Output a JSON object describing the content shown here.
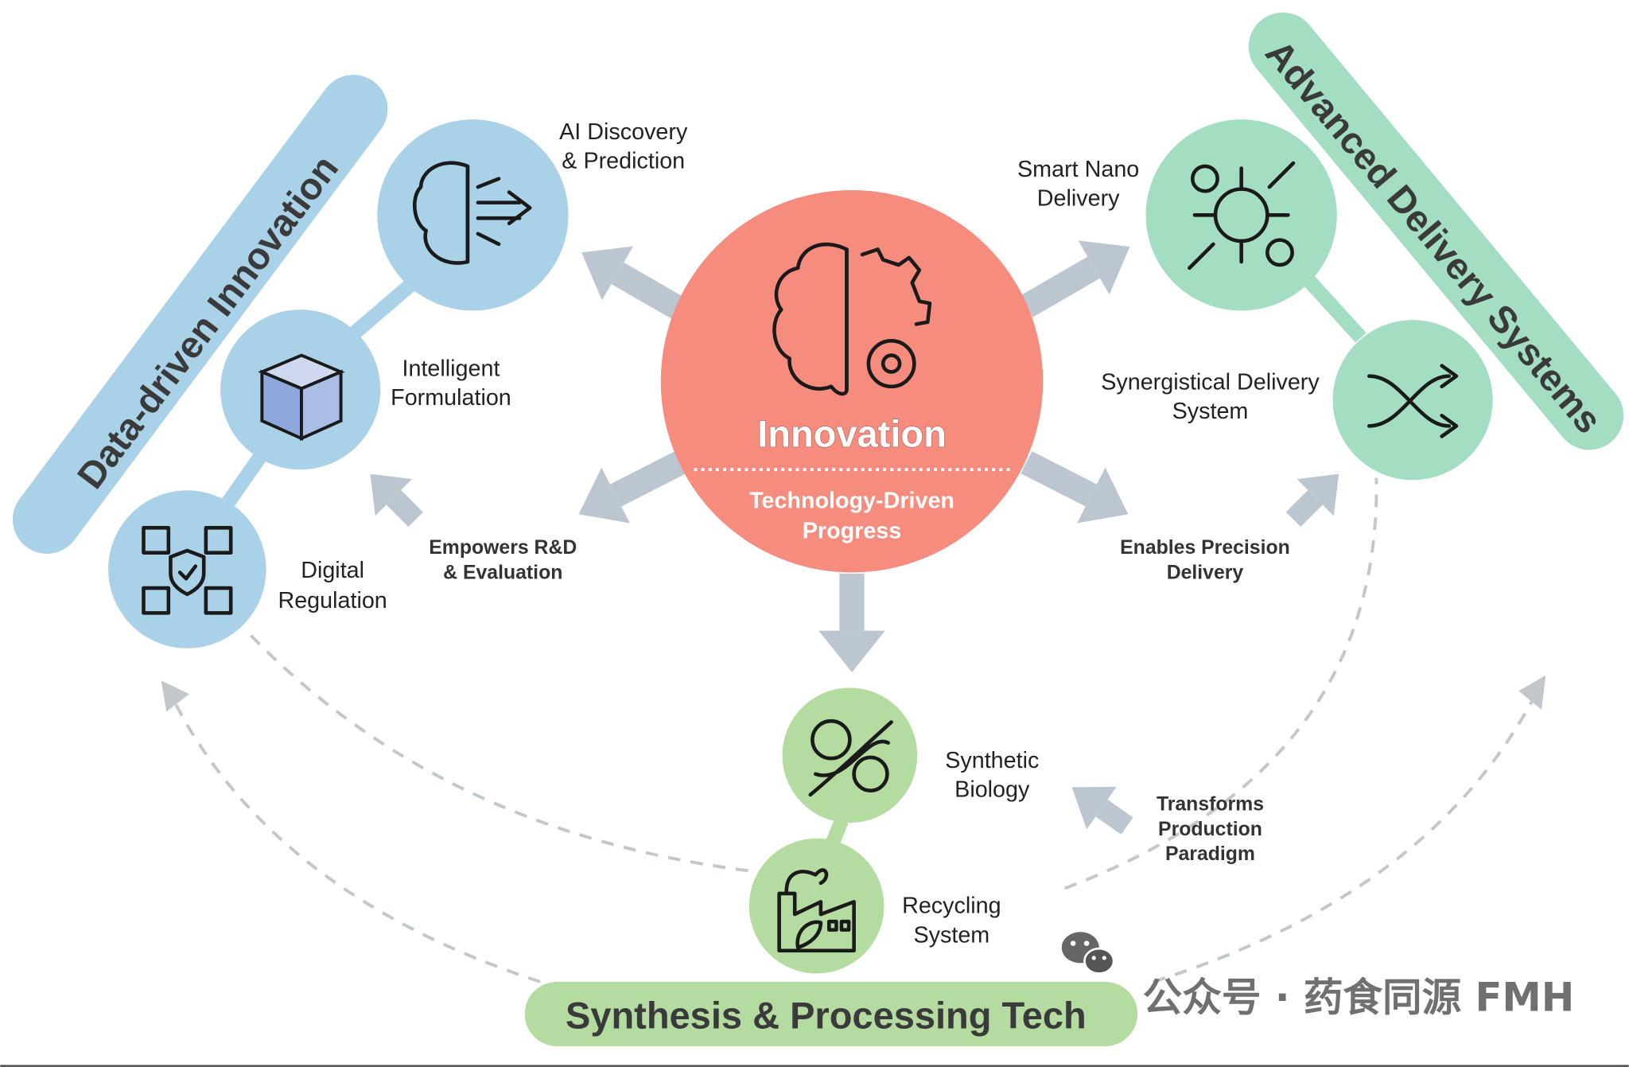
{
  "center": {
    "title": "Innovation",
    "subtitle_line1": "Technology-Driven",
    "subtitle_line2": "Progress",
    "icon": "brain-gear-icon",
    "color": "#F58C7E"
  },
  "bands": {
    "left": {
      "label": "Data-driven Innovation",
      "color": "#A9D1E7"
    },
    "right": {
      "label": "Advanced Delivery Systems",
      "color": "#A3DDC2"
    },
    "bottom": {
      "label": "Synthesis & Processing Tech",
      "color": "#B4DBA0"
    }
  },
  "nodes": {
    "ai": {
      "line1": "AI Discovery",
      "line2": "& Prediction",
      "icon": "brain-circuit-icon"
    },
    "formulation": {
      "line1": "Intelligent",
      "line2": "Formulation",
      "icon": "cube-grid-icon"
    },
    "regulation": {
      "line1": "Digital",
      "line2": "Regulation",
      "icon": "shield-blocks-icon"
    },
    "nano": {
      "line1": "Smart Nano",
      "line2": "Delivery",
      "icon": "nanoparticle-target-icon"
    },
    "synergistic": {
      "line1": "Synergistical Delivery",
      "line2": "System",
      "icon": "shuffle-arrows-icon"
    },
    "synbio": {
      "line1": "Synthetic",
      "line2": "Biology",
      "icon": "dna-gear-icon"
    },
    "recycling": {
      "line1": "Recycling",
      "line2": "System",
      "icon": "factory-leaf-icon"
    }
  },
  "arrow_labels": {
    "rd": {
      "line1": "Empowers R&D",
      "line2": "& Evaluation"
    },
    "precision": {
      "line1": "Enables Precision",
      "line2": "Delivery"
    },
    "production": {
      "line1": "Transforms",
      "line2": "Production",
      "line3": "Paradigm"
    }
  },
  "watermark": {
    "text": "公众号 · 药食同源 FMH",
    "icon": "wechat-icon"
  },
  "colors": {
    "arrow": "#BCC6D0",
    "dashed": "#C2C7CC"
  }
}
